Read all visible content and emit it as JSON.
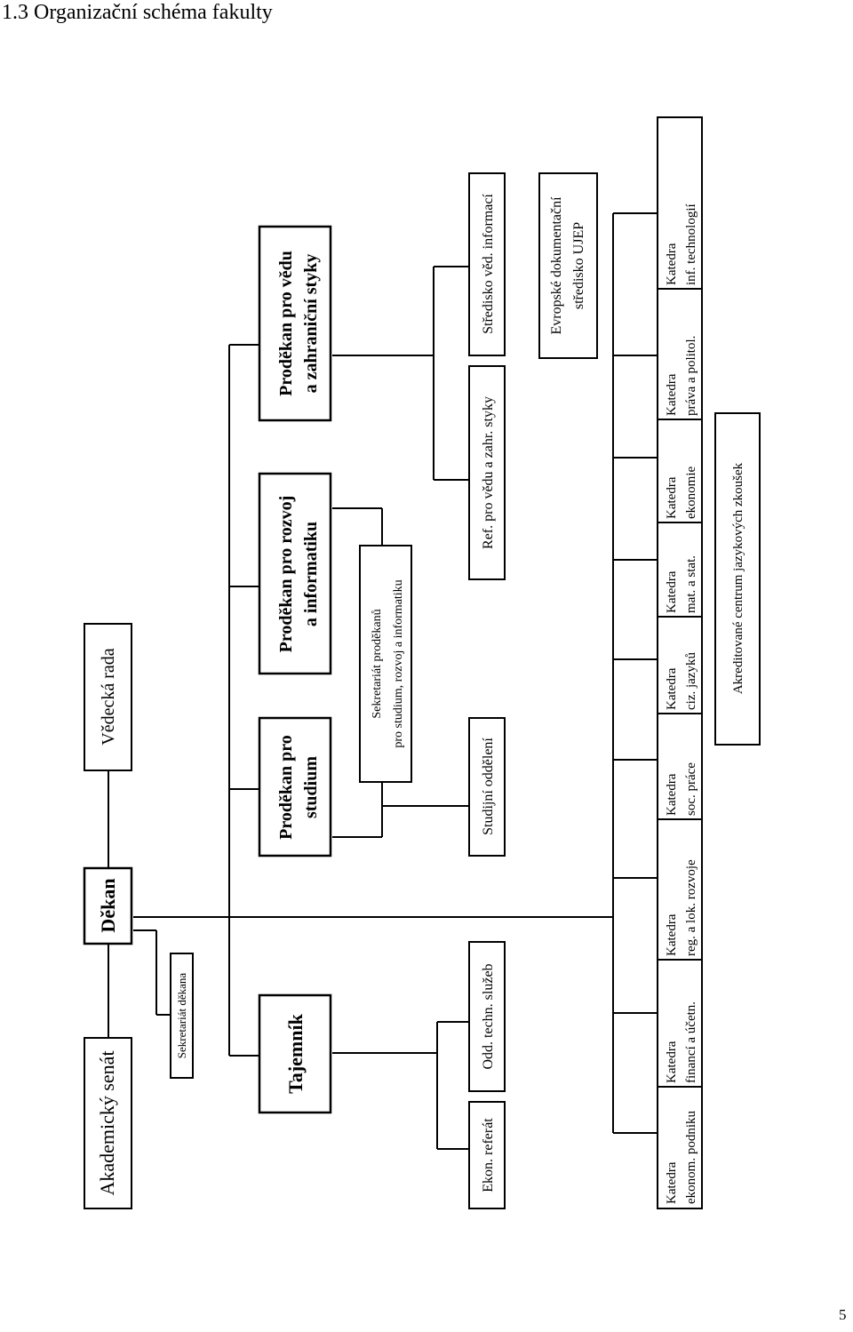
{
  "page": {
    "heading": "1.3 Organizační schéma fakulty",
    "page_number": "5"
  },
  "org": {
    "akademicky_senat": "Akademický senát",
    "dekan": "Děkan",
    "vedecka_rada": "Vědecká rada",
    "sekretariat_dekana": "Sekretariát děkana",
    "tajemnik": "Tajemník",
    "prodekan_studium": [
      "Proděkan pro",
      "studium"
    ],
    "prodekan_rozvoj": [
      "Proděkan pro rozvoj",
      "a informatiku"
    ],
    "prodekan_veda": [
      "Proděkan pro vědu",
      "a zahraniční styky"
    ],
    "sekretariat_prodekanu": [
      "Sekretariát proděkanů",
      "pro studium, rozvoj a informatiku"
    ],
    "ekon_referat": "Ekon. referát",
    "odd_techn_sluzeb": "Odd. techn. služeb",
    "studijni_oddeleni": "Studijní oddělení",
    "ref_veda_zahr": "Ref. pro vědu a zahr. styky",
    "stredisko_ved_informaci": "Středisko věd. informací",
    "evropske_stredisko": [
      "Evropské dokumentační",
      "středisko UJEP"
    ],
    "akreditovane_centrum": "Akreditované centrum jazykových zkoušek",
    "katedry": [
      [
        "Katedra",
        "ekonom. podniku"
      ],
      [
        "Katedra",
        "financí a účetn."
      ],
      [
        "Katedra",
        "reg. a lok. rozvoje"
      ],
      [
        "Katedra",
        "soc. práce"
      ],
      [
        "Katedra",
        "ciz. jazyků"
      ],
      [
        "Katedra",
        "mat. a stat."
      ],
      [
        "Katedra",
        "ekonomie"
      ],
      [
        "Katedra",
        "práva a politol."
      ],
      [
        "Katedra",
        "inf. technologií"
      ]
    ]
  }
}
